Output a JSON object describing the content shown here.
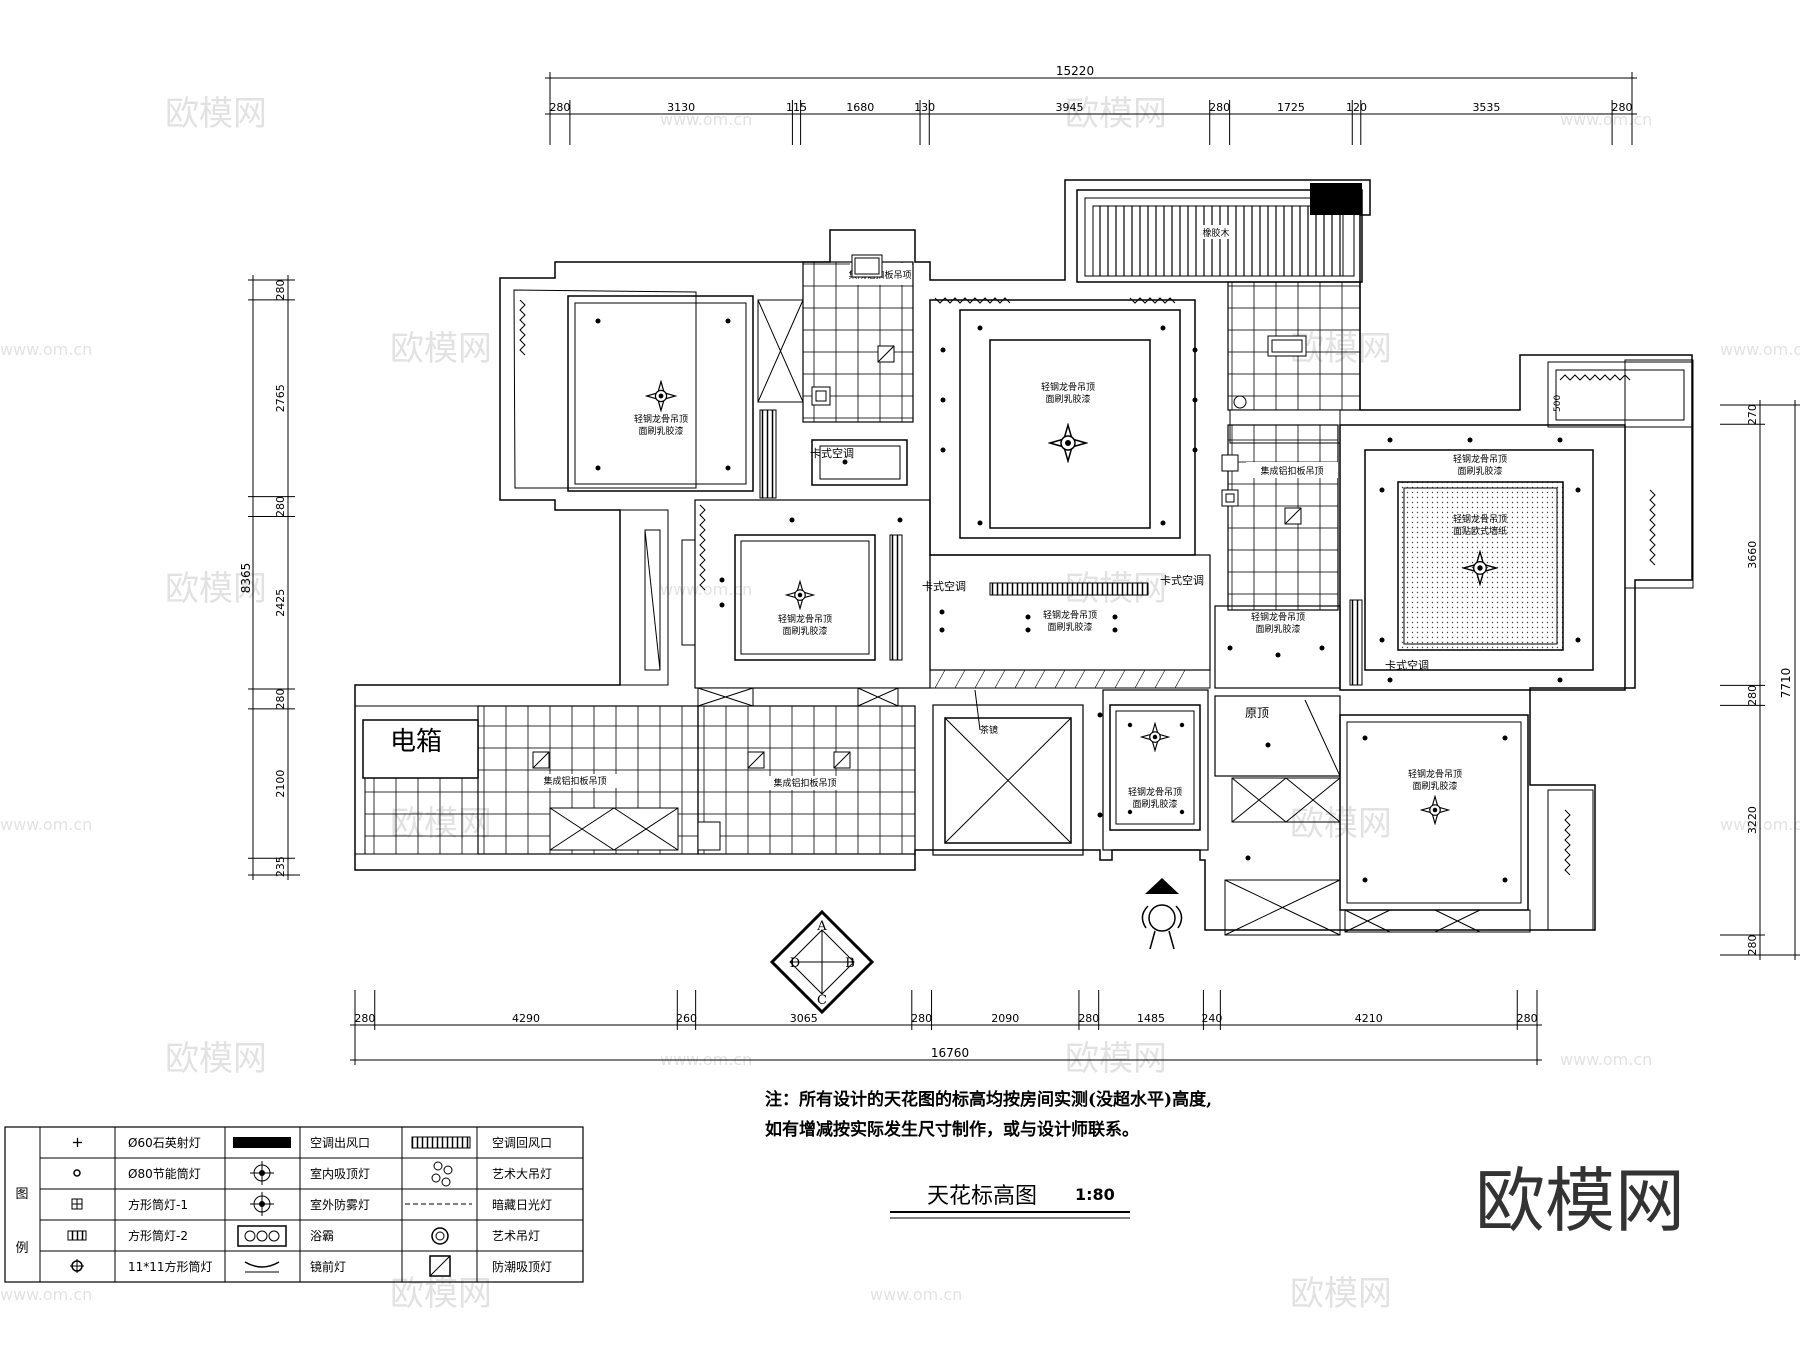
{
  "title": {
    "main": "天花标高图",
    "scale": "1:80"
  },
  "note": {
    "line1": "注：所有设计的天花图的标高均按房间实测(没超水平)高度,",
    "line2": "如有增减按实际发生尺寸制作，或与设计师联系。"
  },
  "brand": {
    "logo_text": "欧模网",
    "watermark_text": "欧模网",
    "watermark_url": "www.om.cn"
  },
  "dimensions": {
    "top_total": "15220",
    "top": [
      "280",
      "3130",
      "115",
      "1680",
      "130",
      "3945",
      "280",
      "1725",
      "120",
      "3535",
      "280"
    ],
    "bottom_total": "16760",
    "bottom": [
      "280",
      "4290",
      "260",
      "3065",
      "280",
      "2090",
      "280",
      "1485",
      "240",
      "4210",
      "280"
    ],
    "left_total": "8365",
    "left": [
      "280",
      "2765",
      "280",
      "2425",
      "280",
      "2100",
      "235"
    ],
    "right_total": "7710",
    "right": [
      "270",
      "3660",
      "280",
      "3220",
      "280"
    ],
    "right_inner": "500"
  },
  "rooms": {
    "ceiling_label_line1": "轻钢龙骨吊顶",
    "ceiling_label_line2": "面刷乳胶漆",
    "ceiling_label_wallpaper": "面贴欧式墙纸",
    "aluminum_ceiling": "集成铝扣板吊顶",
    "aluminum_ceiling_alt": "集成铝扣板吊项",
    "cabinet_ac": "卡式空调",
    "electric_box": "电箱",
    "tea_mirror": "茶镜",
    "original_top": "原顶",
    "wood": "橡胶木"
  },
  "compass": {
    "a": "A",
    "b": "B",
    "c": "C",
    "d": "D"
  },
  "legend": {
    "side_title_1": "图",
    "side_title_2": "例",
    "items": [
      [
        "Ø60石英射灯",
        "空调出风口",
        "空调回风口"
      ],
      [
        "Ø80节能筒灯",
        "室内吸顶灯",
        "艺术大吊灯"
      ],
      [
        "方形筒灯-1",
        "室外防雾灯",
        "暗藏日光灯"
      ],
      [
        "方形筒灯-2",
        "浴霸",
        "艺术吊灯"
      ],
      [
        "11*11方形筒灯",
        "镜前灯",
        "防潮吸顶灯"
      ]
    ]
  }
}
